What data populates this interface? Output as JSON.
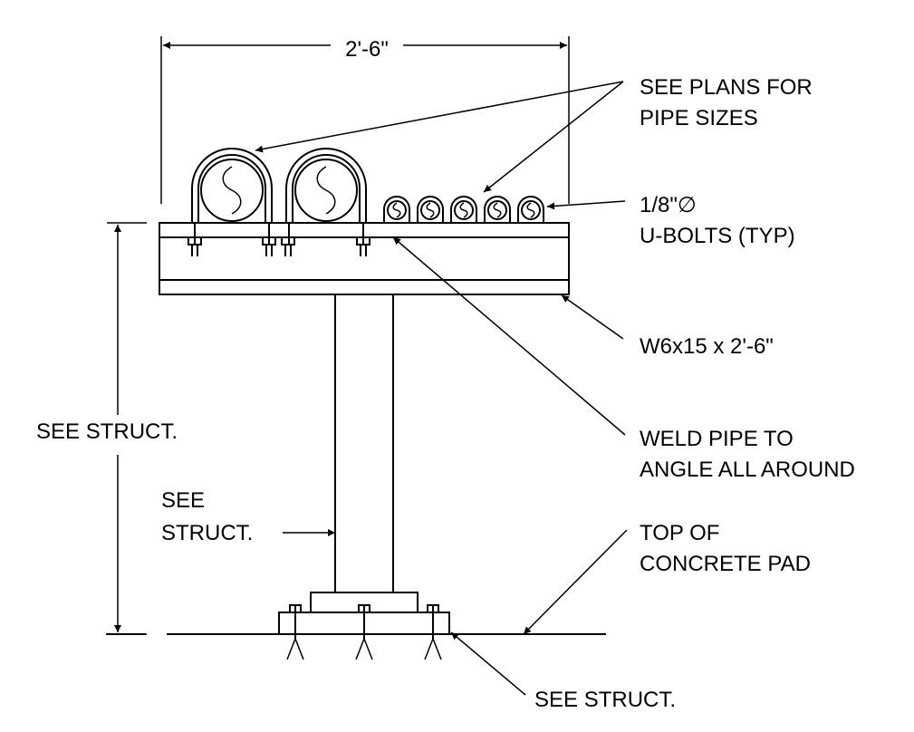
{
  "dimension_top": "2'-6\"",
  "labels": {
    "pipe_sizes_1": "SEE PLANS FOR",
    "pipe_sizes_2": "PIPE SIZES",
    "ubolt_1": "1/8\"∅",
    "ubolt_2": "U-BOLTS (TYP)",
    "beam": "W6x15 x 2'-6\"",
    "weld_1": "WELD PIPE TO",
    "weld_2": "ANGLE ALL AROUND",
    "height": "SEE STRUCT.",
    "column_1": "SEE",
    "column_2": "STRUCT.",
    "pad_1": "TOP OF",
    "pad_2": "CONCRETE PAD",
    "anchors": "SEE STRUCT."
  }
}
